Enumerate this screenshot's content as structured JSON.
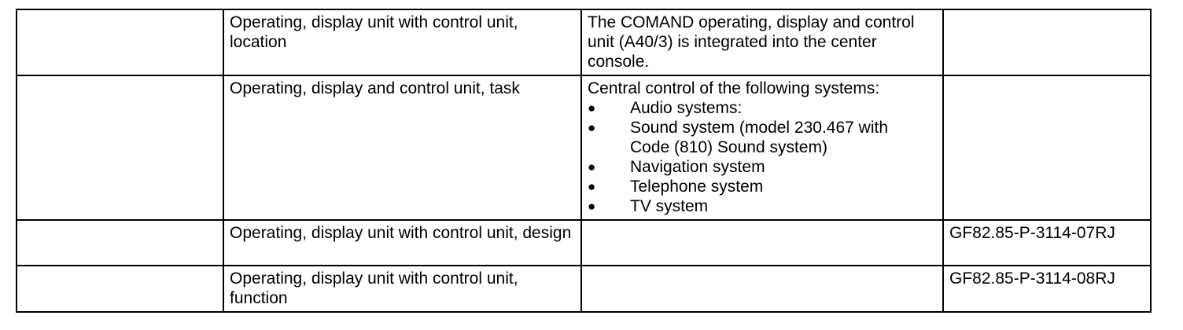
{
  "page": {
    "colors": {
      "page-bg": "#ffffff",
      "text": "#000000",
      "border": "#000000"
    }
  },
  "table": {
    "bullet_glyph": "●",
    "rows": [
      {
        "topic": "Operating, display unit with control unit, location",
        "description": "The COMAND operating, display and control unit (A40/3) is integrated into the center console.",
        "reference": ""
      },
      {
        "topic": "Operating, display and control unit, task",
        "description": "Central control of the following systems:",
        "bullets": [
          "Audio systems:",
          "Sound system (model 230.467 with Code (810) Sound system)",
          "Navigation system",
          "Telephone system",
          "TV system"
        ],
        "reference": ""
      },
      {
        "topic": "Operating, display unit with control unit, design",
        "description": "",
        "reference": "GF82.85-P-3114-07RJ"
      },
      {
        "topic": "Operating, display unit with control unit, function",
        "description": "",
        "reference": "GF82.85-P-3114-08RJ"
      }
    ]
  }
}
